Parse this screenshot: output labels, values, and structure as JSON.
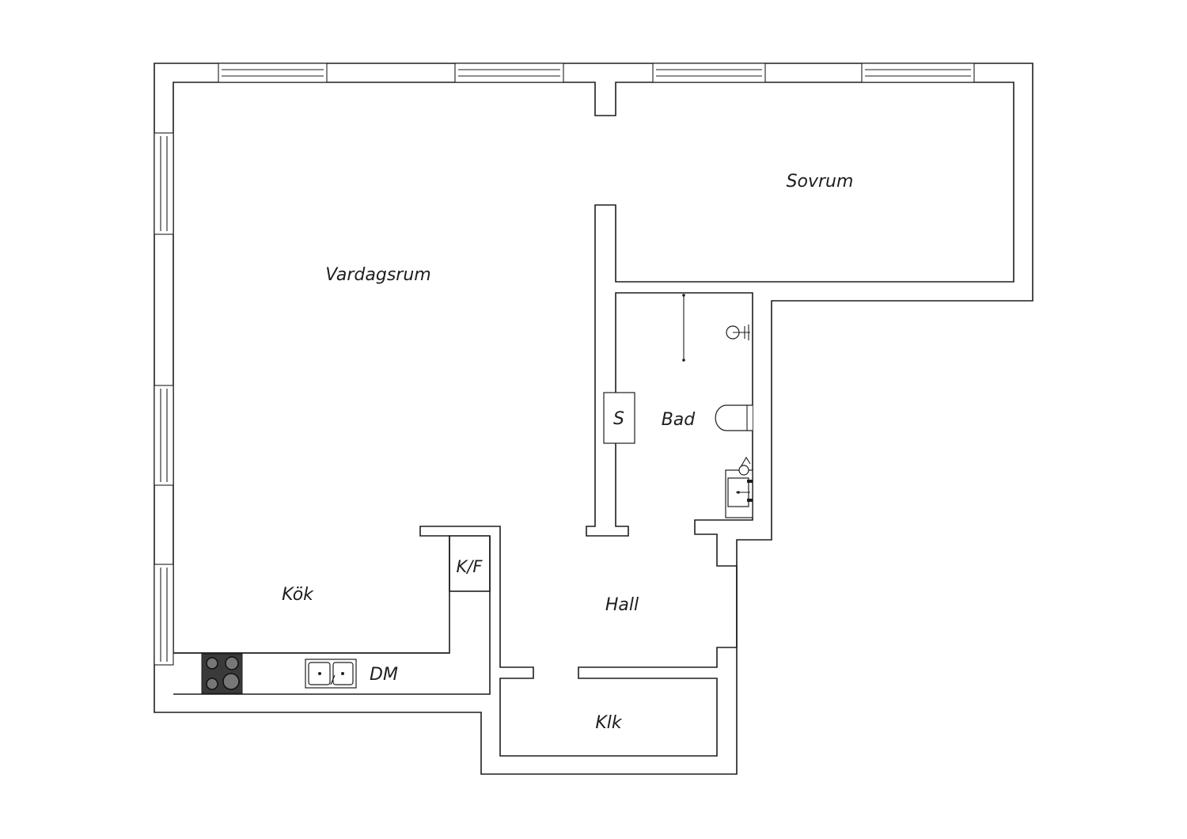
{
  "rooms": {
    "living": "Vardagsrum",
    "bedroom": "Sovrum",
    "kitchen": "Kök",
    "bathroom": "Bad",
    "hall": "Hall",
    "closet": "Klk",
    "fridge_freezer": "K/F",
    "dishwasher": "DM",
    "wardrobe": "S"
  },
  "icons": [
    "stove-icon",
    "sink-icon",
    "toilet-icon",
    "washbasin-icon",
    "shower-icon"
  ]
}
